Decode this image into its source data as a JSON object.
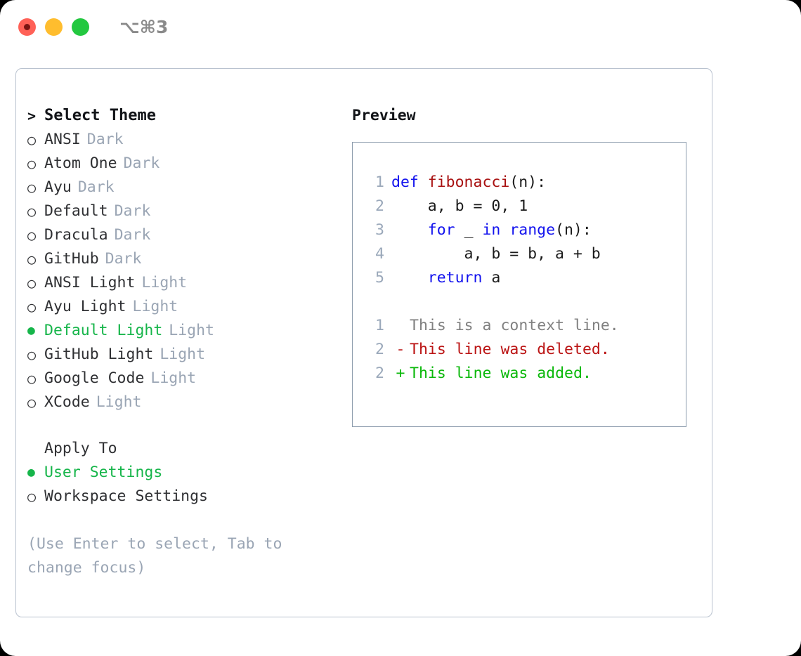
{
  "titlebar": {
    "shortcut": "⌥⌘3",
    "lights": [
      {
        "name": "close",
        "color": "#ff6157"
      },
      {
        "name": "minimize",
        "color": "#ffbd2e"
      },
      {
        "name": "zoom",
        "color": "#23c840"
      }
    ]
  },
  "colors": {
    "accent_green": "#16b54a",
    "tag_gray": "#9aa5b4",
    "hint_gray": "#9aa5b4",
    "panel_border": "#b9c2cf",
    "preview_border": "#8d9cad",
    "keyword_blue": "#1212ee",
    "function_red": "#a81010",
    "diff_added": "#0ab80a",
    "diff_deleted": "#bb1414",
    "diff_context": "#808080",
    "line_number": "#9aa8ba"
  },
  "theme_list": {
    "header": {
      "marker": ">",
      "label": "Select Theme"
    },
    "items": [
      {
        "marker": "○",
        "label": "ANSI",
        "tag": "Dark",
        "selected": false
      },
      {
        "marker": "○",
        "label": "Atom One",
        "tag": "Dark",
        "selected": false
      },
      {
        "marker": "○",
        "label": "Ayu",
        "tag": "Dark",
        "selected": false
      },
      {
        "marker": "○",
        "label": "Default",
        "tag": "Dark",
        "selected": false
      },
      {
        "marker": "○",
        "label": "Dracula",
        "tag": "Dark",
        "selected": false
      },
      {
        "marker": "○",
        "label": "GitHub",
        "tag": "Dark",
        "selected": false
      },
      {
        "marker": "○",
        "label": "ANSI Light",
        "tag": "Light",
        "selected": false
      },
      {
        "marker": "○",
        "label": "Ayu Light",
        "tag": "Light",
        "selected": false
      },
      {
        "marker": "●",
        "label": "Default Light",
        "tag": "Light",
        "selected": true
      },
      {
        "marker": "○",
        "label": "GitHub Light",
        "tag": "Light",
        "selected": false
      },
      {
        "marker": "○",
        "label": "Google Code",
        "tag": "Light",
        "selected": false
      },
      {
        "marker": "○",
        "label": "XCode",
        "tag": "Light",
        "selected": false
      }
    ]
  },
  "apply_to": {
    "title": "Apply To",
    "options": [
      {
        "marker": "●",
        "label": "User Settings",
        "selected": true
      },
      {
        "marker": "○",
        "label": "Workspace Settings",
        "selected": false
      }
    ]
  },
  "hint": "(Use Enter to select, Tab to change focus)",
  "preview": {
    "title": "Preview",
    "code_lines": [
      {
        "num": "1",
        "tokens": [
          {
            "text": "def ",
            "type": "kw"
          },
          {
            "text": "fibonacci",
            "type": "fn"
          },
          {
            "text": "(n):",
            "type": "plain"
          }
        ]
      },
      {
        "num": "2",
        "tokens": [
          {
            "text": "    a, b = 0, 1",
            "type": "plain"
          }
        ]
      },
      {
        "num": "3",
        "tokens": [
          {
            "text": "    ",
            "type": "plain"
          },
          {
            "text": "for",
            "type": "kw"
          },
          {
            "text": " _ ",
            "type": "plain"
          },
          {
            "text": "in",
            "type": "kw"
          },
          {
            "text": " ",
            "type": "plain"
          },
          {
            "text": "range",
            "type": "kw"
          },
          {
            "text": "(n):",
            "type": "plain"
          }
        ]
      },
      {
        "num": "4",
        "tokens": [
          {
            "text": "        a, b = b, a + b",
            "type": "plain"
          }
        ]
      },
      {
        "num": "5",
        "tokens": [
          {
            "text": "    ",
            "type": "plain"
          },
          {
            "text": "return",
            "type": "kw"
          },
          {
            "text": " a",
            "type": "plain"
          }
        ]
      }
    ],
    "diff_lines": [
      {
        "num": "1",
        "mark": " ",
        "text": "This is a context line.",
        "type": "ctx"
      },
      {
        "num": "2",
        "mark": "-",
        "text": "This line was deleted.",
        "type": "del"
      },
      {
        "num": "2",
        "mark": "+",
        "text": "This line was added.",
        "type": "add"
      }
    ]
  }
}
